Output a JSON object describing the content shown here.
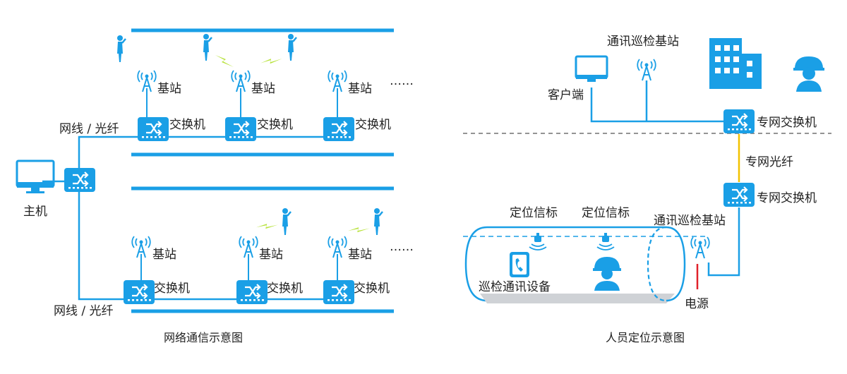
{
  "network": {
    "caption": "网络通信示意图",
    "host_label": "主机",
    "cable_label_top": "网线 / 光纤",
    "cable_label_bottom": "网线 / 光纤",
    "base_station_label": "基站",
    "switch_label": "交换机",
    "ellipsis": "……"
  },
  "positioning": {
    "caption": "人员定位示意图",
    "inspection_station_top": "通讯巡检基站",
    "client_label": "客户端",
    "private_switch_top": "专网交换机",
    "private_fiber": "专网光纤",
    "private_switch_bottom": "专网交换机",
    "beacon_label_1": "定位信标",
    "beacon_label_2": "定位信标",
    "inspection_station_tunnel": "通讯巡检基站",
    "inspection_device": "巡检通讯设备",
    "power_label": "电源"
  },
  "colors": {
    "primary": "#1a9fe6",
    "fiber": "#f2c200",
    "power": "#e0202a",
    "lightning": "#b7e23a",
    "tunnel_floor": "#cfd2d6"
  }
}
